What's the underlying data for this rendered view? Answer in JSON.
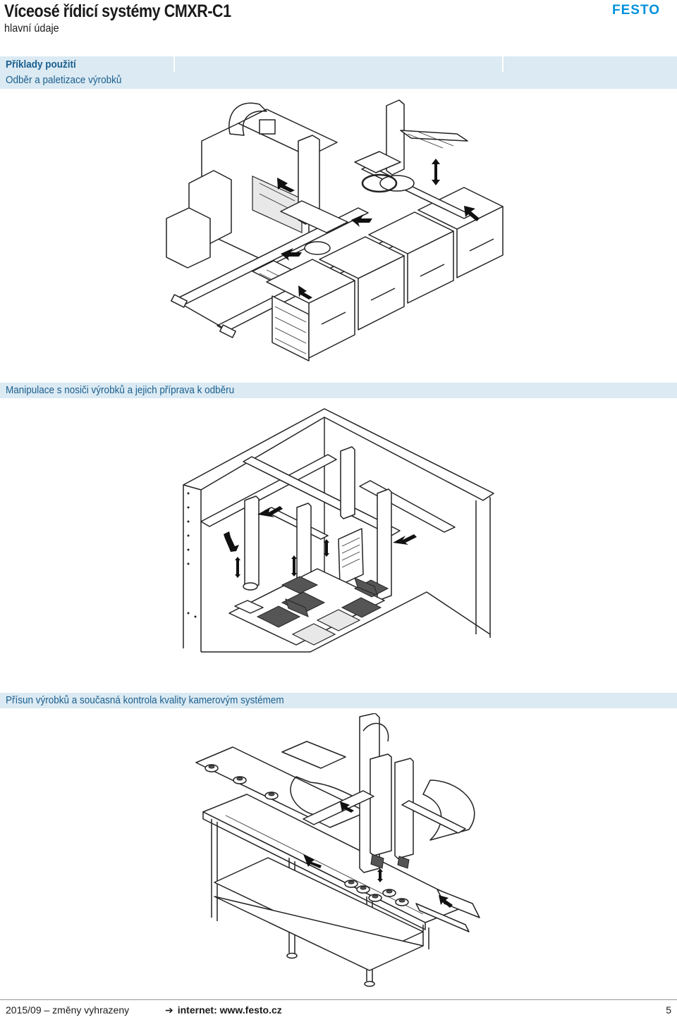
{
  "header": {
    "title": "Víceosé řídicí systémy CMXR-C1",
    "subtitle": "hlavní údaje",
    "logo_text": "FESTO",
    "brand_color": "#0091dc"
  },
  "section": {
    "heading": "Příklady použití",
    "first_caption": "Odběr a paletizace výrobků"
  },
  "figures": [
    {
      "caption": "Manipulace s nosiči výrobků a jejich příprava k odběru"
    },
    {
      "caption": "Přísun výrobků a současná kontrola kvality kamerovým systémem"
    }
  ],
  "footer": {
    "left": "2015/09 – změny vyhrazeny",
    "center": "internet: www.festo.cz",
    "page_number": "5",
    "arrow_icon": "right-arrow-icon"
  },
  "accent_band_color": "#dbeaf3",
  "accent_text_color": "#1b5f8e"
}
